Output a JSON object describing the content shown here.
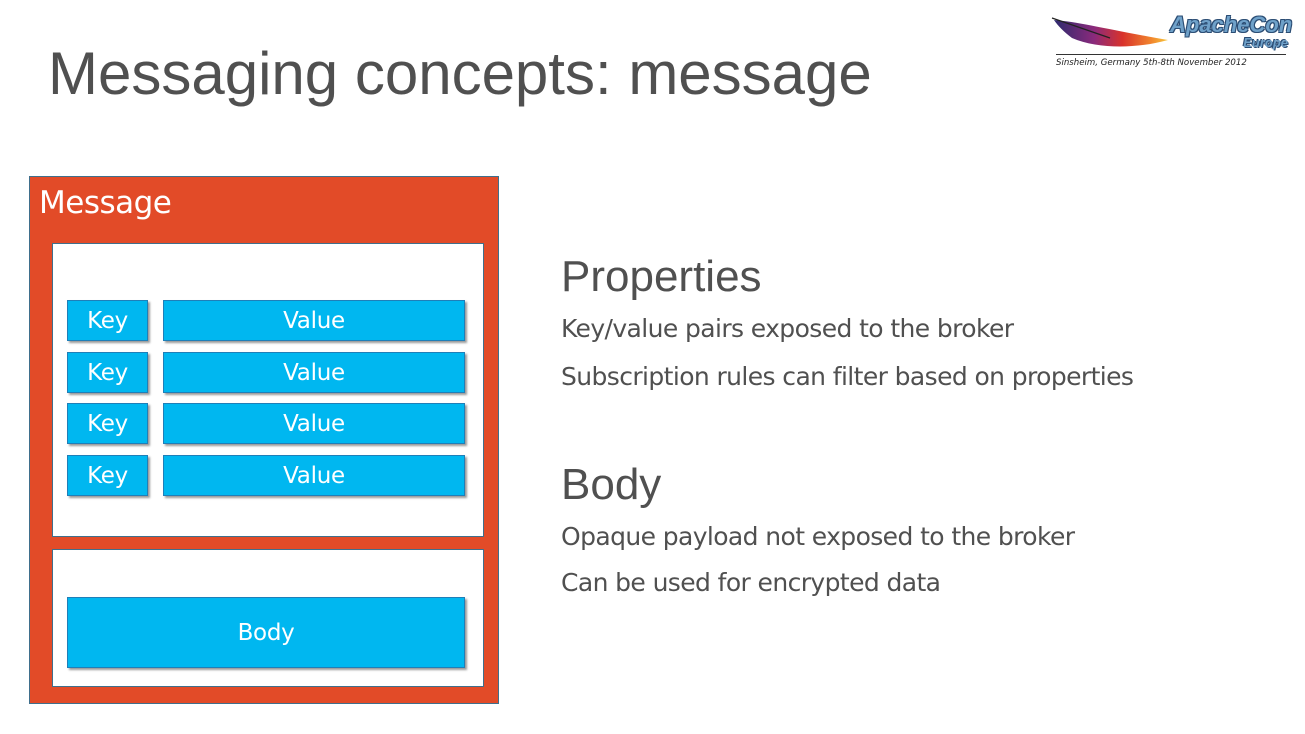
{
  "title": "Messaging concepts: message",
  "logo": {
    "heading": "ApacheCon",
    "subheading": "Europe",
    "tagline": "Sinsheim, Germany 5th-8th November 2012"
  },
  "diagram": {
    "container_label": "Message",
    "properties": [
      {
        "key": "Key",
        "value": "Value"
      },
      {
        "key": "Key",
        "value": "Value"
      },
      {
        "key": "Key",
        "value": "Value"
      },
      {
        "key": "Key",
        "value": "Value"
      }
    ],
    "body_label": "Body"
  },
  "sections": [
    {
      "heading": "Properties",
      "lines": [
        "Key/value pairs exposed to the broker",
        "Subscription rules can filter based on properties"
      ]
    },
    {
      "heading": "Body",
      "lines": [
        "Opaque payload not exposed to the broker",
        "Can be used for encrypted data"
      ]
    }
  ],
  "colors": {
    "message_container": "#e24b28",
    "chip": "#00b7f0",
    "text": "#505050"
  }
}
